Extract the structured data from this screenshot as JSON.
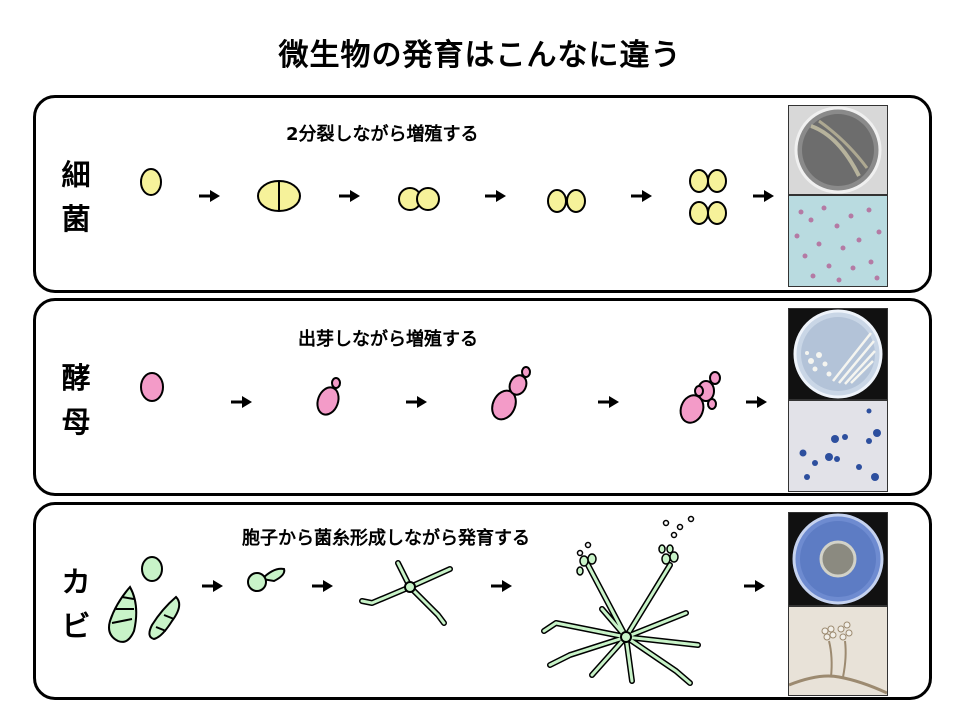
{
  "title": "微生物の発育はこんなに違う",
  "rows": [
    {
      "id": "bacteria",
      "label_chars": [
        "細",
        "菌"
      ],
      "caption": "2分裂しながら増殖する"
    },
    {
      "id": "yeast",
      "label_chars": [
        "酵",
        "母"
      ],
      "caption": "出芽しながら増殖する"
    },
    {
      "id": "mold",
      "label_chars": [
        "カ",
        "ビ"
      ],
      "caption": "胞子から菌糸形成しながら発育する"
    }
  ],
  "colors": {
    "bacteria_cell": "#f6f29a",
    "yeast_cell": "#f39bc8",
    "mold_cell": "#c8f3c8",
    "outline": "#000000"
  },
  "icons": {
    "arrow": "arrow-right-icon",
    "plate": "petri-dish-icon",
    "micrograph": "microscope-image-icon"
  }
}
